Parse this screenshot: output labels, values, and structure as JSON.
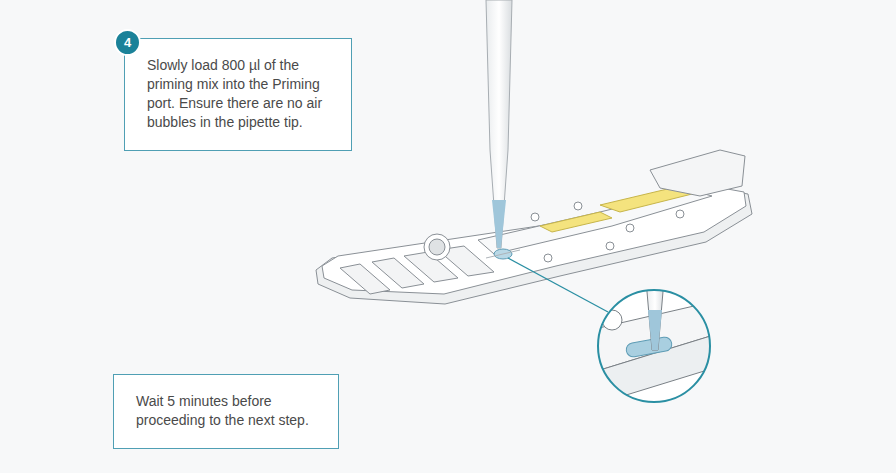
{
  "diagram": {
    "nodes": [
      {
        "text": [
          "4"
        ]
      },
      {
        "text": [
          "Slowly load 800 µl of the priming mix into the Priming port. Ensure there are no air bubbles in the pipette tip."
        ]
      },
      {
        "text": [
          "Wait 5 minutes before proceeding to the next step."
        ]
      }
    ]
  }
}
